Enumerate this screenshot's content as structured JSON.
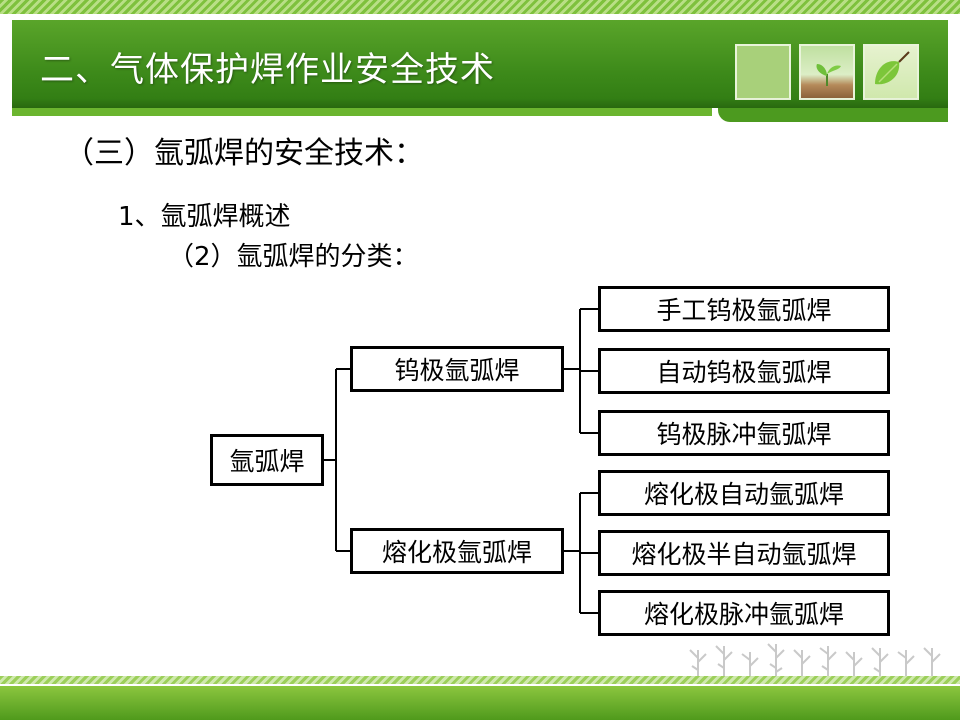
{
  "header": {
    "title": "二、气体保护焊作业安全技术"
  },
  "content": {
    "heading": "（三）氩弧焊的安全技术：",
    "sub1": "1、氩弧焊概述",
    "sub2": "（2）氩弧焊的分类："
  },
  "tree": {
    "root": "氩弧焊",
    "branches": [
      {
        "label": "钨极氩弧焊",
        "children": [
          "手工钨极氩弧焊",
          "自动钨极氩弧焊",
          "钨极脉冲氩弧焊"
        ]
      },
      {
        "label": "熔化极氩弧焊",
        "children": [
          "熔化极自动氩弧焊",
          "熔化极半自动氩弧焊",
          "熔化极脉冲氩弧焊"
        ]
      }
    ]
  },
  "colors": {
    "header_green": "#3d8a1a",
    "accent_light_green": "#8cc63f"
  },
  "icons": [
    "leaf-sprout-image",
    "leaf-image",
    "sprout-decoration"
  ]
}
